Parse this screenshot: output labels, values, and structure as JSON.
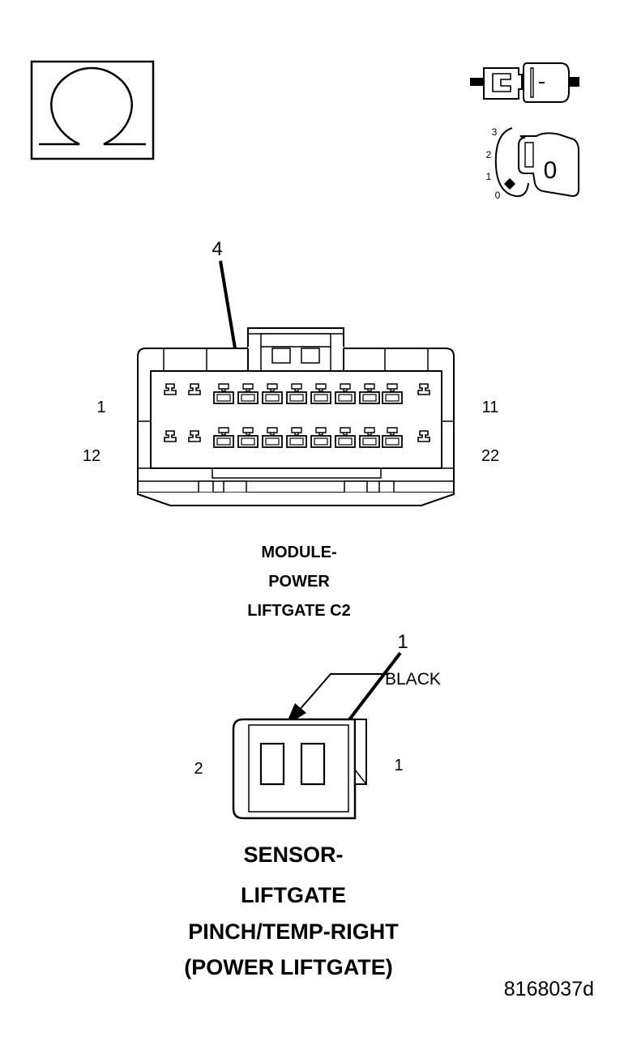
{
  "ignition_key": {
    "positions": [
      "3",
      "2",
      "1",
      "0"
    ],
    "key_position": "0"
  },
  "module_connector": {
    "callout": "4",
    "pin_labels": {
      "top_left": "1",
      "top_right": "11",
      "bottom_left": "12",
      "bottom_right": "22"
    },
    "title_lines": [
      "MODULE-",
      "POWER",
      "LIFTGATE C2"
    ]
  },
  "sensor_connector": {
    "callout": "1",
    "color": "BLACK",
    "pin_labels": {
      "left": "2",
      "right": "1"
    },
    "title_lines": [
      "SENSOR-",
      "LIFTGATE",
      "PINCH/TEMP-RIGHT",
      "(POWER LIFTGATE)"
    ]
  },
  "figure_id": "8168037d"
}
